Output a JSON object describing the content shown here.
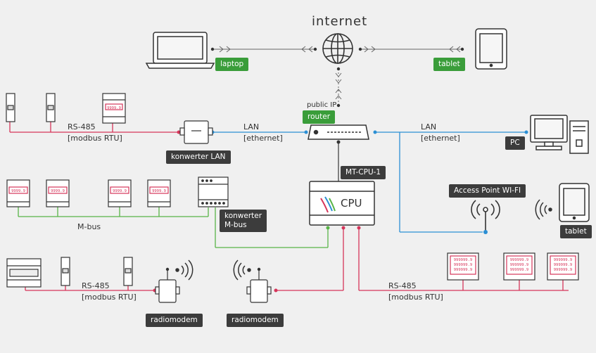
{
  "title": "internet",
  "labels": {
    "laptop": "laptop",
    "tablet_top": "tablet",
    "public_ip": "public IP",
    "router": "router",
    "rs485_left": "RS-485",
    "modbus_left": "[modbus RTU]",
    "lan_left": "LAN",
    "ethernet_left": "[ethernet]",
    "konwerter_lan": "konwerter LAN",
    "lan_right": "LAN",
    "ethernet_right": "[ethernet]",
    "pc": "PC",
    "mt_cpu": "MT-CPU-1",
    "cpu": "CPU",
    "access_point": "Access Point WI-FI",
    "tablet_right": "tablet",
    "mbus": "M-bus",
    "konwerter_mbus_1": "konwerter",
    "konwerter_mbus_2": "M-bus",
    "rs485_bottom_left": "RS-485",
    "modbus_bottom_left": "[modbus RTU]",
    "radiomodem_left": "radiomodem",
    "radiomodem_mid": "radiomodem",
    "rs485_bottom_right": "RS-485",
    "modbus_bottom_right": "[modbus RTU]"
  },
  "meter_readings": {
    "small": "9999.9",
    "large": "999999.9"
  },
  "colors": {
    "background": "#f0f0f0",
    "rs485_line": "#d6355a",
    "lan_line": "#2b8fd4",
    "mbus_line": "#58b447",
    "green_tag": "#3a9d3a",
    "dark_tag": "#3c3c3c",
    "device_stroke": "#444444"
  }
}
